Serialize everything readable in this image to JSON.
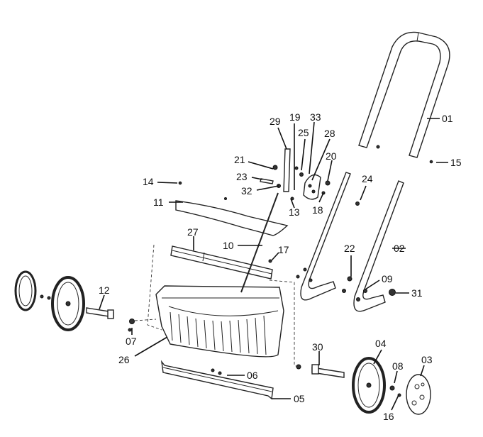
{
  "labels": {
    "p01": "01",
    "p02": "02",
    "p03": "03",
    "p04": "04",
    "p05": "05",
    "p06": "06",
    "p07": "07",
    "p08": "08",
    "p09": "09",
    "p10": "10",
    "p11": "11",
    "p12": "12",
    "p13": "13",
    "p14": "14",
    "p15": "15",
    "p16": "16",
    "p17": "17",
    "p18": "18",
    "p19": "19",
    "p20": "20",
    "p21": "21",
    "p22": "22",
    "p23": "23",
    "p24": "24",
    "p25": "25",
    "p26": "26",
    "p27": "27",
    "p28": "28",
    "p29": "29",
    "p30": "30",
    "p31": "31",
    "p32": "32",
    "p33": "33"
  }
}
